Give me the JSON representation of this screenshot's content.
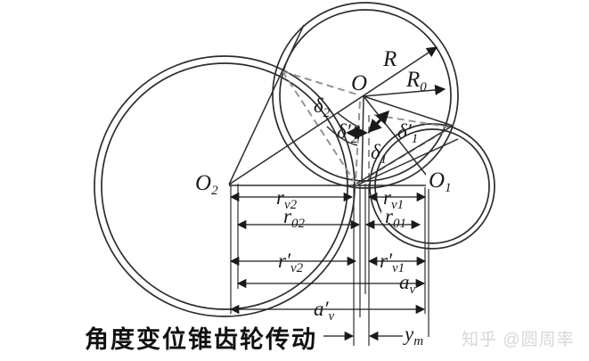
{
  "caption": "角度变位锥齿轮传动",
  "watermark": "知乎 @圆周率",
  "labels": {
    "O": {
      "b": "O"
    },
    "O2": {
      "b": "O",
      "s": "2"
    },
    "O1": {
      "b": "O",
      "s": "1"
    },
    "R": {
      "b": "R"
    },
    "R0": {
      "b": "R",
      "s": "0"
    },
    "delta2": {
      "b": "δ",
      "s": "2"
    },
    "delta2p": {
      "b": "δ′",
      "s": "2"
    },
    "delta1": {
      "b": "δ",
      "s": "1"
    },
    "delta1p": {
      "b": "δ′",
      "s": "1"
    },
    "rv2": {
      "b": "r",
      "s": "v2"
    },
    "rv1": {
      "b": "r",
      "s": "v1"
    },
    "r02": {
      "b": "r",
      "s": "02"
    },
    "r01": {
      "b": "r",
      "s": "01"
    },
    "rv2p": {
      "b": "r′",
      "s": "v2"
    },
    "rv1p": {
      "b": "r′",
      "s": "v1"
    },
    "av": {
      "b": "a",
      "s": "v"
    },
    "avp": {
      "b": "a′",
      "s": "v"
    },
    "ym": {
      "b": "y",
      "s": "m"
    }
  },
  "colors": {
    "line": "#2d2d2d",
    "dashed": "#8f8f8f",
    "dim": "#1a1a1a",
    "text": "#1a1a1a",
    "caption": "#111111",
    "watermark": "#d7d7d7",
    "background": "#ffffff"
  }
}
